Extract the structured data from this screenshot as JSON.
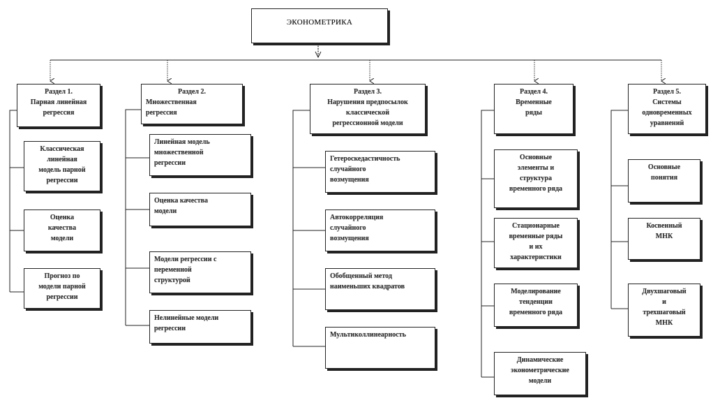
{
  "root": {
    "title": "ЭКОНОМЕТРИКА"
  },
  "sections": [
    {
      "title": "Раздел  1.",
      "name": "Парная линейная\nрегрессия",
      "items": [
        "Классическая\nлинейная\nмодель парной\nрегрессии",
        "Оценка\nкачества\nмодели",
        "Прогноз по\nмодели парной\nрегрессии"
      ]
    },
    {
      "title": "Раздел  2.",
      "name": "Множественная\nрегрессия",
      "items": [
        "Линейная      модель\nмножественной\nрегрессии",
        "Оценка        качества\nмодели",
        "Модели регрессии с\nпеременной\nструктурой",
        "Нелинейные  модели\nрегрессии"
      ]
    },
    {
      "title": "Раздел 3.",
      "name": "Нарушения предпосылок\nклассической\nрегрессионной модели",
      "items": [
        "Гетероскедастичность\nслучайного\nвозмущения",
        "Автокорреляция\nслучайного\nвозмущения",
        "Обобщенный       метод\nнаименьших квадратов",
        "Мультиколлинеарность"
      ]
    },
    {
      "title": "Раздел 4.",
      "name": "Временные\nряды",
      "items": [
        "Основные\nэлементы и\nструктура\nвременного ряда",
        "Стационарные\nвременные ряды\nи их\nхарактеристики",
        "Моделирование\nтенденции\nвременного ряда",
        "Динамические\nэконометрические\nмодели"
      ]
    },
    {
      "title": "Раздел 5.",
      "name": "Системы\nодновременных\nуравнений",
      "items": [
        "Основные\nпонятия",
        "Косвенный\nМНК",
        "Двухшаговый\nи\nтрехшаговый\nМНК"
      ]
    }
  ]
}
